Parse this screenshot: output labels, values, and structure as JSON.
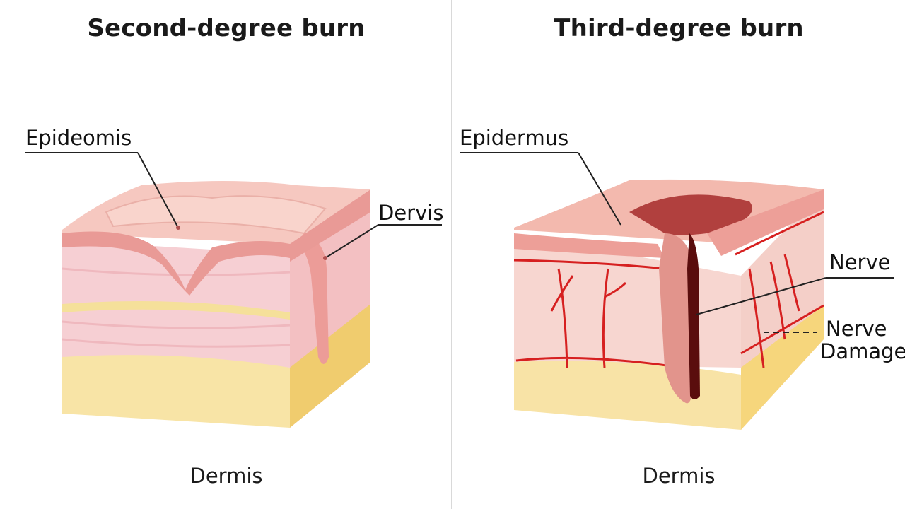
{
  "left_panel": {
    "title": "Second-degree burn",
    "labels": {
      "epidermis": "Epideomis",
      "dermis_side": "Dervis",
      "dermis_bottom": "Dermis"
    }
  },
  "right_panel": {
    "title": "Third-degree burn",
    "labels": {
      "epidermis": "Epidermus",
      "nerve": "Nerve",
      "nerve_damage_line1": "Nerve",
      "nerve_damage_line2": "Damage,",
      "dermis_bottom": "Dermis"
    }
  },
  "colors": {
    "epidermis": "#f2b5b0",
    "dermis": "#f6cfd0",
    "fat": "#f7df93",
    "burn_dark": "#8b1a1a",
    "nerve": "#d62020",
    "divider": "#d9d9d9"
  }
}
